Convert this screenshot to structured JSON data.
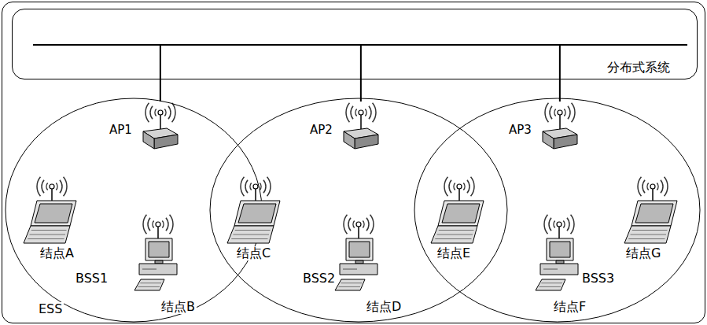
{
  "diagram": {
    "nodes": [
      {
        "text": [
          "ESS"
        ]
      },
      {
        "text": [
          "分布式系统"
        ],
        "in": 0
      },
      {
        "text": [
          "BSS1"
        ],
        "in": 0
      },
      {
        "text": [
          "AP1"
        ],
        "in": 2
      },
      {
        "text": [
          "结点A"
        ],
        "in": 2
      },
      {
        "text": [
          "结点B"
        ],
        "in": 2
      },
      {
        "text": [
          "结点C"
        ],
        "in": 0
      },
      {
        "text": [
          "BSS2"
        ],
        "in": 0
      },
      {
        "text": [
          "AP2"
        ],
        "in": 7
      },
      {
        "text": [
          "结点D"
        ],
        "in": 7
      },
      {
        "text": [
          "结点E"
        ],
        "in": 0
      },
      {
        "text": [
          "BSS3"
        ],
        "in": 0
      },
      {
        "text": [
          "AP3"
        ],
        "in": 11
      },
      {
        "text": [
          "结点F"
        ],
        "in": 11
      },
      {
        "text": [
          "结点G"
        ],
        "in": 11
      }
    ],
    "edges": [
      {
        "from": 1,
        "to": 3,
        "arrow": "none"
      },
      {
        "from": 1,
        "to": 8,
        "arrow": "none"
      },
      {
        "from": 1,
        "to": 12,
        "arrow": "none"
      }
    ]
  }
}
